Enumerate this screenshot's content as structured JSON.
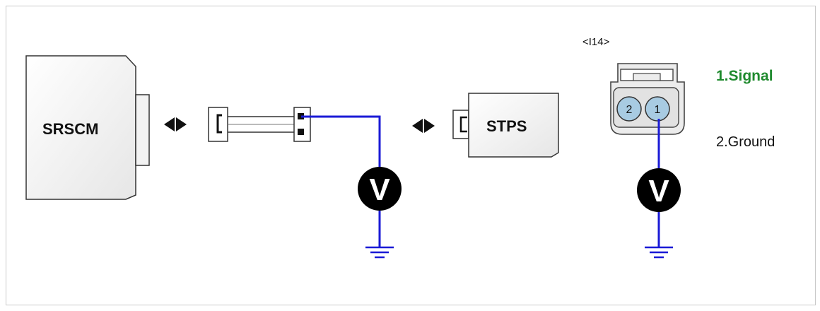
{
  "diagram": {
    "srscm_label": "SRSCM",
    "stps_label": "STPS",
    "connector_code": "<I14>",
    "pins": [
      {
        "number": "2"
      },
      {
        "number": "1"
      }
    ],
    "legend": [
      {
        "text": "1.Signal",
        "color": "#1f8a2e"
      },
      {
        "text": "2.Ground",
        "color": "#111111"
      }
    ],
    "meter_symbol": "V",
    "wire_color": "#1a1ad6"
  }
}
